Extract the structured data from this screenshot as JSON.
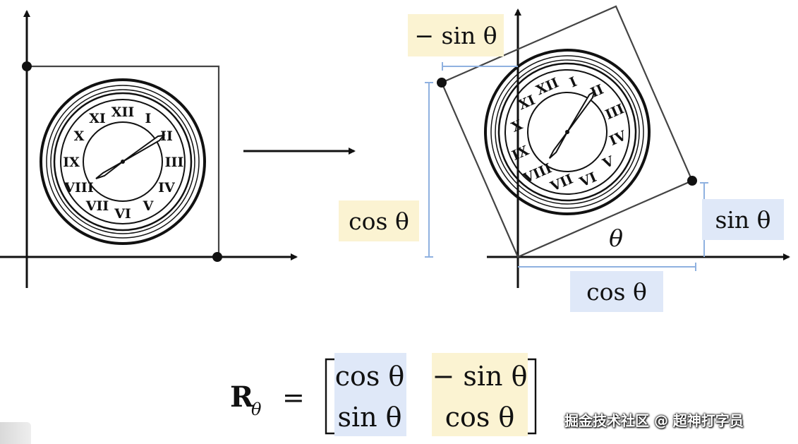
{
  "labels": {
    "neg_sin_theta": "− sin θ",
    "cos_theta_left": "cos θ",
    "sin_theta_right": "sin θ",
    "cos_theta_bottom": "cos θ",
    "theta": "θ"
  },
  "formula": {
    "lhs_symbol": "R",
    "lhs_subscript": "θ",
    "equals": "=",
    "m11": "cos θ",
    "m12": "− sin θ",
    "m21": "sin θ",
    "m22": "cos θ"
  },
  "watermark": "掘金技术社区 @ 超神打字员",
  "colors": {
    "yellow_highlight": "#fbf3d2",
    "blue_highlight": "#dfe8f8",
    "measure_line": "#8fb1e0"
  }
}
